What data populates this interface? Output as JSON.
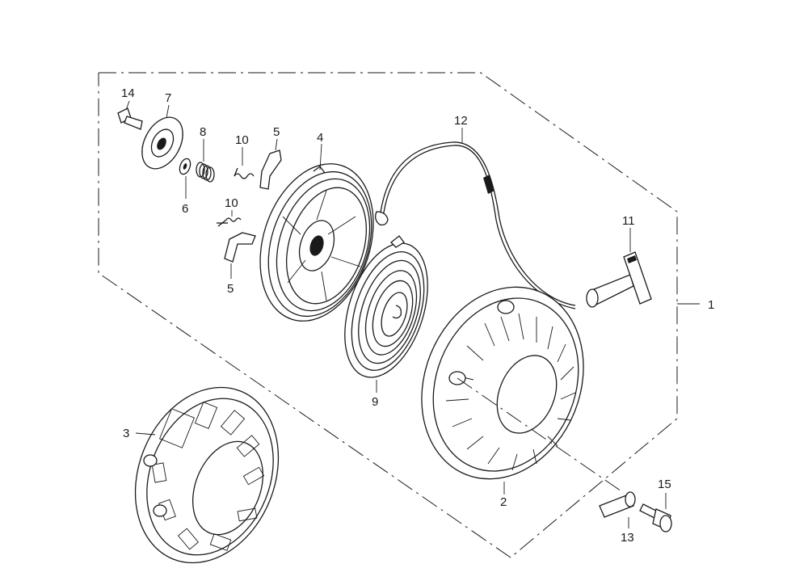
{
  "diagram": {
    "parts": [
      {
        "id": "p1",
        "label": "1"
      },
      {
        "id": "p2",
        "label": "2"
      },
      {
        "id": "p3",
        "label": "3"
      },
      {
        "id": "p4",
        "label": "4"
      },
      {
        "id": "p5a",
        "label": "5"
      },
      {
        "id": "p5b",
        "label": "5"
      },
      {
        "id": "p6",
        "label": "6"
      },
      {
        "id": "p7",
        "label": "7"
      },
      {
        "id": "p8",
        "label": "8"
      },
      {
        "id": "p9",
        "label": "9"
      },
      {
        "id": "p10a",
        "label": "10"
      },
      {
        "id": "p10b",
        "label": "10"
      },
      {
        "id": "p11",
        "label": "11"
      },
      {
        "id": "p12",
        "label": "12"
      },
      {
        "id": "p13",
        "label": "13"
      },
      {
        "id": "p14",
        "label": "14"
      },
      {
        "id": "p15",
        "label": "15"
      }
    ]
  }
}
